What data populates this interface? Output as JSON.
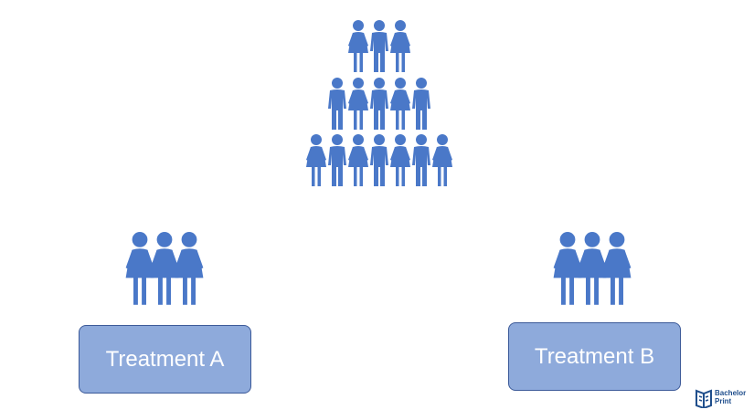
{
  "colors": {
    "person": "#4a78c8",
    "box_fill": "#8eaadb",
    "box_stroke": "#3b5998",
    "logo": "#1f4e8c"
  },
  "population": {
    "rows": [
      [
        "f",
        "m",
        "f"
      ],
      [
        "m",
        "f",
        "m",
        "f",
        "m"
      ],
      [
        "f",
        "m",
        "f",
        "m",
        "f",
        "m",
        "f"
      ]
    ]
  },
  "group_a": {
    "figures": [
      "f",
      "f",
      "f"
    ],
    "label": "Treatment A"
  },
  "group_b": {
    "figures": [
      "f",
      "f",
      "f"
    ],
    "label": "Treatment B"
  },
  "logo": {
    "text": "Bachelor\nPrint",
    "icon": "book-icon"
  }
}
